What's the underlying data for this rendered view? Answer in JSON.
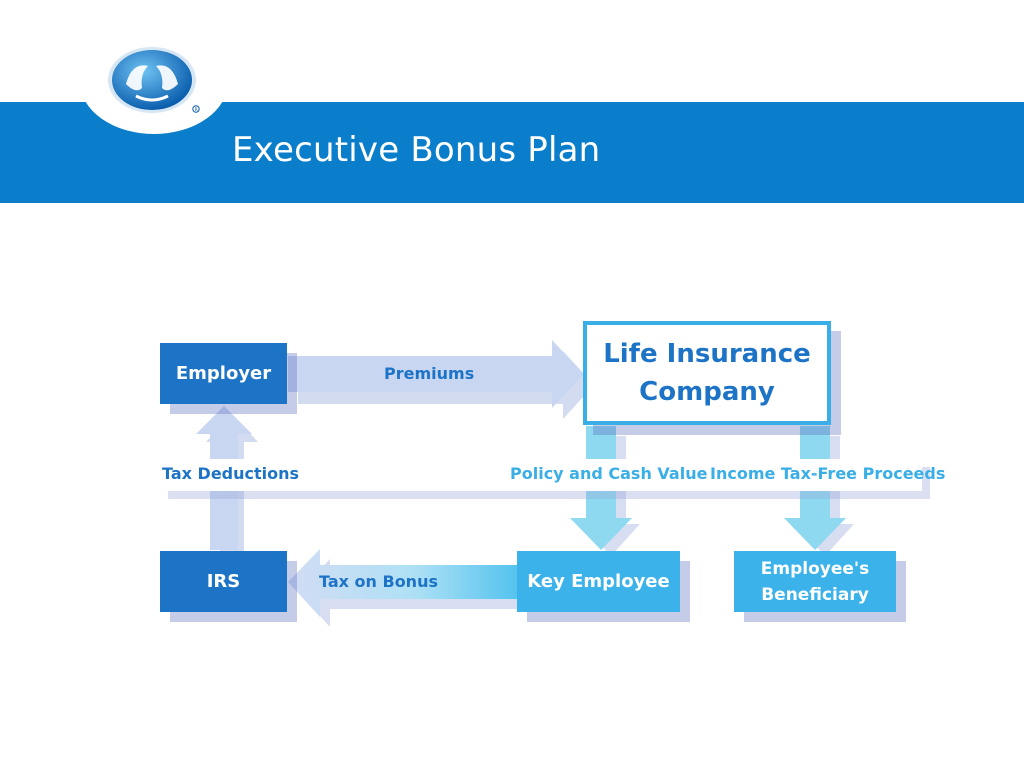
{
  "slide": {
    "title": "Executive Bonus Plan"
  },
  "colors": {
    "header_blue": "#0a7ecb",
    "box_dark": "#1d74c6",
    "box_light": "#3bb2ea",
    "arrow_pale": "#c9d6f1",
    "arrow_cyan": "#8fd9f0"
  },
  "diagram": {
    "nodes": {
      "employer": "Employer",
      "life_insurance": "Life Insurance Company",
      "irs": "IRS",
      "key_employee": "Key Employee",
      "beneficiary": "Employee's Beneficiary"
    },
    "edges": {
      "premiums": "Premiums",
      "tax_deductions": "Tax Deductions",
      "policy_cash_value": "Policy and Cash Value",
      "income_tax_free": "Income Tax-Free Proceeds",
      "tax_on_bonus": "Tax on Bonus"
    }
  }
}
